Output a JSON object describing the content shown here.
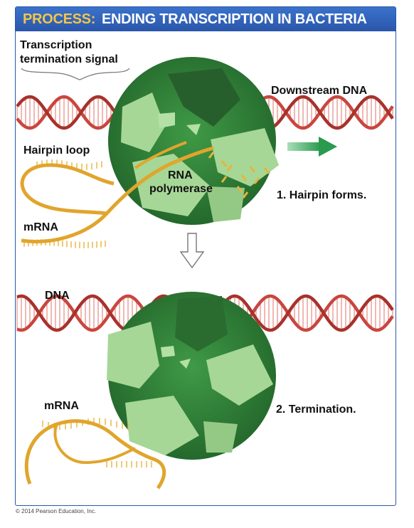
{
  "header": {
    "prefix": "PROCESS:",
    "title": "ENDING TRANSCRIPTION IN BACTERIA"
  },
  "labels": {
    "termination_signal_line1": "Transcription",
    "termination_signal_line2": "termination signal",
    "downstream_dna": "Downstream DNA",
    "hairpin_loop": "Hairpin loop",
    "rna_polymerase_line1": "RNA",
    "rna_polymerase_line2": "polymerase",
    "mrna_top": "mRNA",
    "dna": "DNA",
    "mrna_bottom": "mRNA"
  },
  "steps": {
    "step1_number": "1.",
    "step1_text": "Hairpin forms.",
    "step2_number": "2.",
    "step2_text": "Termination."
  },
  "footer": {
    "copyright": "© 2014 Pearson Education, Inc."
  },
  "colors": {
    "banner": "#2a56aa",
    "banner_prefix": "#f2c64a",
    "dna_red": "#c9463e",
    "dna_rung": "#e6938b",
    "mrna_yellow": "#e8b43a",
    "polymerase_dark": "#2f7a37",
    "polymerase_light": "#9fd28f",
    "arrow_green": "#3aa55a"
  }
}
